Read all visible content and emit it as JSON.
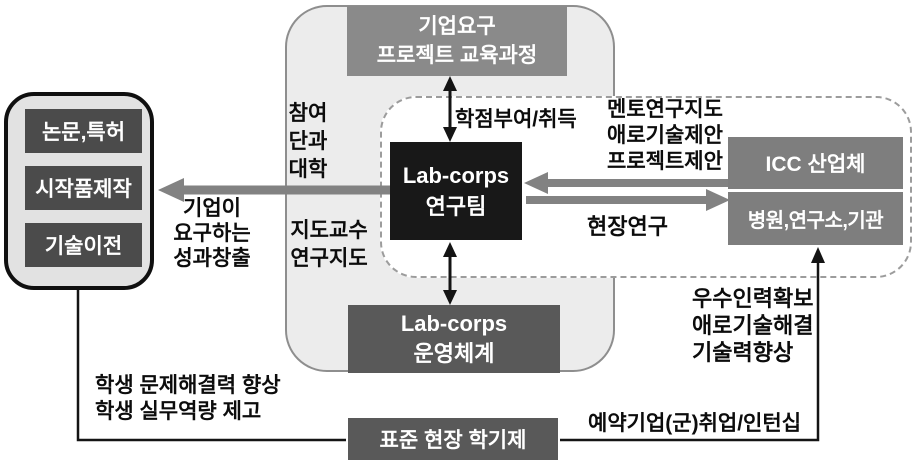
{
  "diagram": {
    "boxes": {
      "top": "기업요구\n프로젝트 교육과정",
      "lab_team": "Lab-corps\n연구팀",
      "ops": "Lab-corps\n운영체계",
      "icc": "ICC 산업체",
      "hospital": "병원,연구소,기관",
      "standard": "표준 현장 학기제"
    },
    "outputs": [
      "논문,특허",
      "시작품제작",
      "기술이전"
    ],
    "labels": {
      "participating_college": "참여\n단과\n대학",
      "advisor": "지도교수\n연구지도",
      "credit": "학점부여/취득",
      "mentor": "멘토연구지도\n애로기술제안\n프로젝트제안",
      "field_research": "현장연구",
      "company_outcome": "기업이\n요구하는\n성과창출",
      "talent": "우수인력확보\n애로기술해결\n기술력향상",
      "student": "학생 문제해결력 향상\n학생 실무역량 제고",
      "employment": "예약기업(군)취업/인턴십"
    },
    "colors": {
      "top_box_gray": "#8a8a8a",
      "icc_box_gray": "#7e7e7e",
      "output_box_gray": "#4b4b4b",
      "ops_box_gray": "#595959",
      "team_box_black": "#181818",
      "container_fill": "#ececec",
      "left_container_fill": "#e2e2e2",
      "arrow_gray": "#828282",
      "line_black": "#141414"
    }
  }
}
